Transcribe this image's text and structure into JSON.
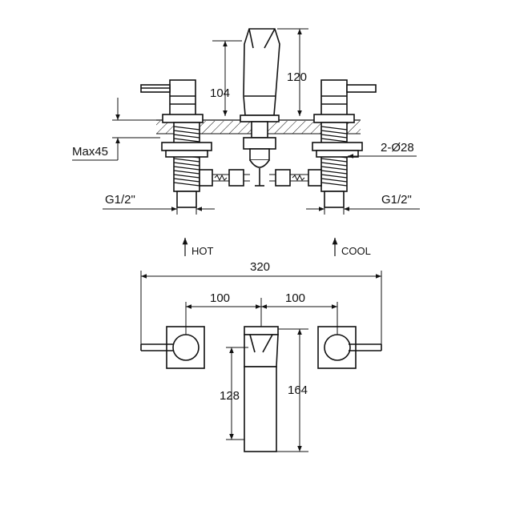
{
  "side_view": {
    "dim_spout_overall": "120",
    "dim_spout_height": "104",
    "dim_max_thickness": "Max45",
    "dim_hole_diameter": "2-Ø28",
    "thread_left": "G1/2\"",
    "thread_right": "G1/2\""
  },
  "flow_labels": {
    "hot": "HOT",
    "cool": "COOL"
  },
  "top_view": {
    "dim_overall_width": "320",
    "dim_left_spacing": "100",
    "dim_right_spacing": "100",
    "dim_spout_reach_inner": "128",
    "dim_spout_reach_outer": "164"
  }
}
